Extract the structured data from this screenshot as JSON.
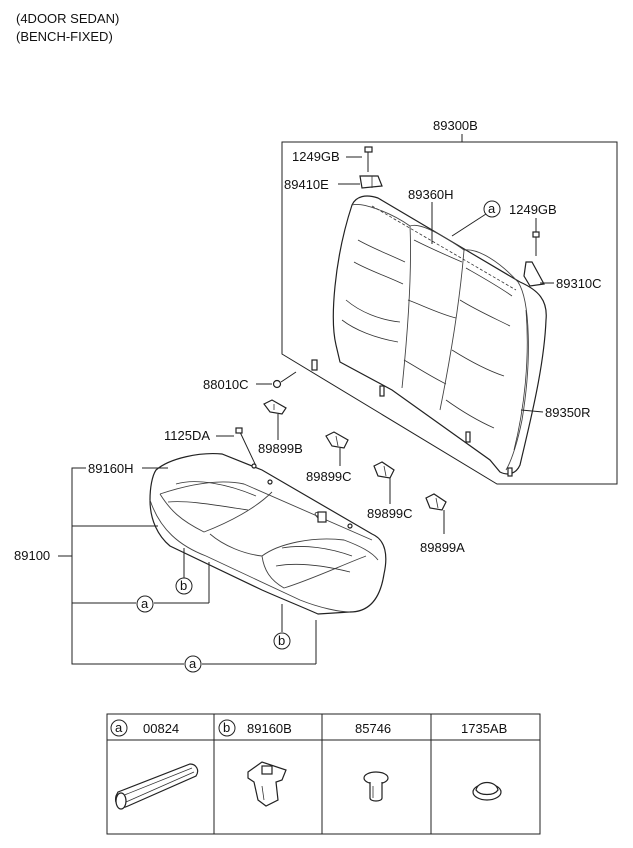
{
  "header": {
    "line1": "(4DOOR SEDAN)",
    "line2": "(BENCH-FIXED)"
  },
  "labels": {
    "backrest_assy": "89300B",
    "bolt_top": "1249GB",
    "bracket_left": "89410E",
    "back_cover": "89360H",
    "bolt_right": "1249GB",
    "bracket_right": "89310C",
    "nut_left": "88010C",
    "side_bolster": "89350R",
    "hook_b": "89899B",
    "bolt_cushion": "1125DA",
    "hook_c1": "89899C",
    "hook_c2": "89899C",
    "hook_a": "89899A",
    "cushion_cover": "89160H",
    "cushion_assy": "89100"
  },
  "callouts": {
    "a": "a",
    "b": "b"
  },
  "legend": {
    "cells": [
      {
        "letter": "a",
        "code": "00824",
        "icon": "trim-strip-icon"
      },
      {
        "letter": "b",
        "code": "89160B",
        "icon": "clip-icon"
      },
      {
        "letter": "",
        "code": "85746",
        "icon": "push-pin-icon"
      },
      {
        "letter": "",
        "code": "1735AB",
        "icon": "grommet-icon"
      }
    ]
  }
}
